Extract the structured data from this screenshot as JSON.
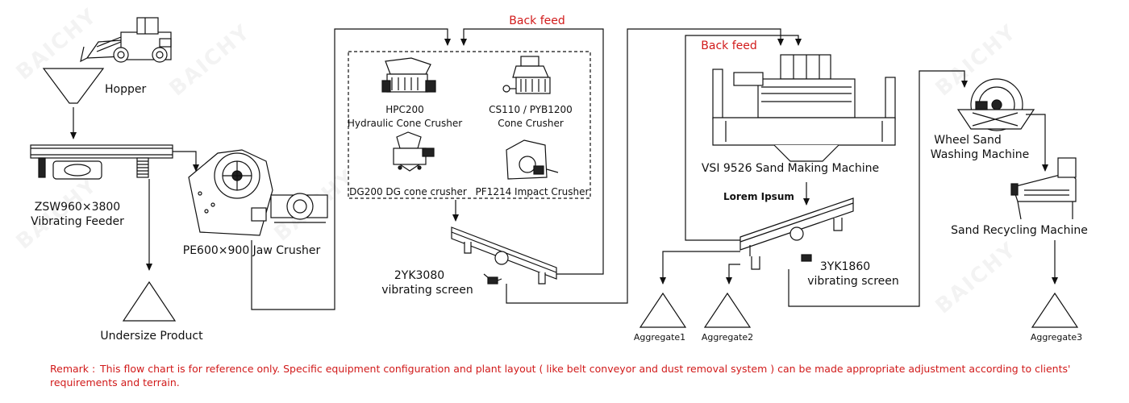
{
  "labels": {
    "hopper": "Hopper",
    "feeder_model": "ZSW960×3800",
    "feeder_name": "Vibrating Feeder",
    "undersize": "Undersize Product",
    "jaw_crusher": "PE600×900 Jaw Crusher",
    "back_feed_1": "Back feed",
    "hpc_model": "HPC200",
    "hpc_name": "Hydraulic Cone Crusher",
    "cs_model": "CS110 / PYB1200",
    "cs_name": "Cone Crusher",
    "dg_name": "DG200 DG cone crusher",
    "pf_name": "PF1214 Impact Crusher",
    "screen1_model": "2YK3080",
    "screen1_name": "vibrating screen",
    "back_feed_2": "Back feed",
    "vsi": "VSI 9526 Sand Making Machine",
    "lorem": "Lorem Ipsum",
    "screen2_model": "3YK1860",
    "screen2_name": "vibrating screen",
    "aggregate1": "Aggregate1",
    "aggregate2": "Aggregate2",
    "wheel_l1": "Wheel Sand",
    "wheel_l2": "Washing Machine",
    "recycling": "Sand Recycling Machine",
    "aggregate3": "Aggregate3"
  },
  "remark": {
    "key": "Remark :",
    "text": "This flow chart is for reference only. Specific equipment configuration and plant layout ( like belt conveyor and dust removal system ) can be made appropriate adjustment according to clients' requirements and terrain."
  },
  "watermark": "BAICHY",
  "colors": {
    "line": "#111111",
    "accent": "#d11a1a"
  }
}
